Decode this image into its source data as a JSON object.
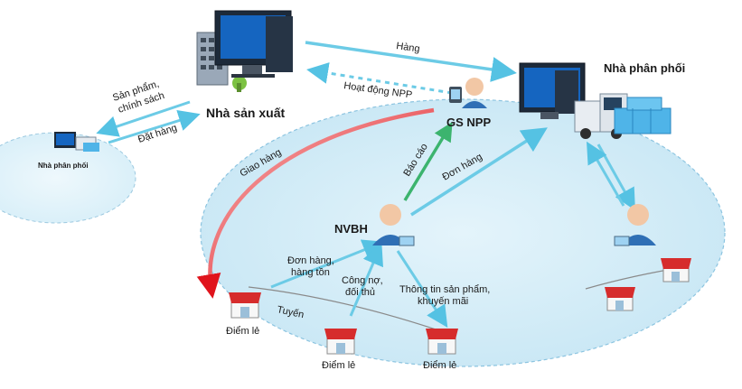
{
  "nodes": {
    "manufacturer": "Nhà sản xuất",
    "distributor": "Nhà phân phối",
    "distributor_small": "Nhà phân phối",
    "supervisor": "GS NPP",
    "salesman": "NVBH",
    "retail_1": "Điểm lẻ",
    "retail_2": "Điểm lẻ",
    "retail_3": "Điểm lẻ"
  },
  "edges": {
    "goods": "Hàng",
    "npp_activity": "Hoạt động NPP",
    "products_line1": "Sản phẩm,",
    "products_line2": "chính sách",
    "order_to_maker": "Đặt hàng",
    "delivery": "Giao hàng",
    "report": "Báo cáo",
    "order": "Đơn hàng",
    "order_stock_line1": "Đơn hàng,",
    "order_stock_line2": "hàng tồn",
    "debt_line1": "Công nợ,",
    "debt_line2": "đối thủ",
    "info_line1": "Thông tin sản phẩm,",
    "info_line2": "khuyến mãi",
    "route": "Tuyến"
  },
  "colors": {
    "region_fill": "#cfe9f6",
    "region_stroke": "#8cc4e0",
    "flow_arrow": "#6ccbe6",
    "delivery_arrow": "#e6232b",
    "report_arrow": "#3cb46e"
  }
}
